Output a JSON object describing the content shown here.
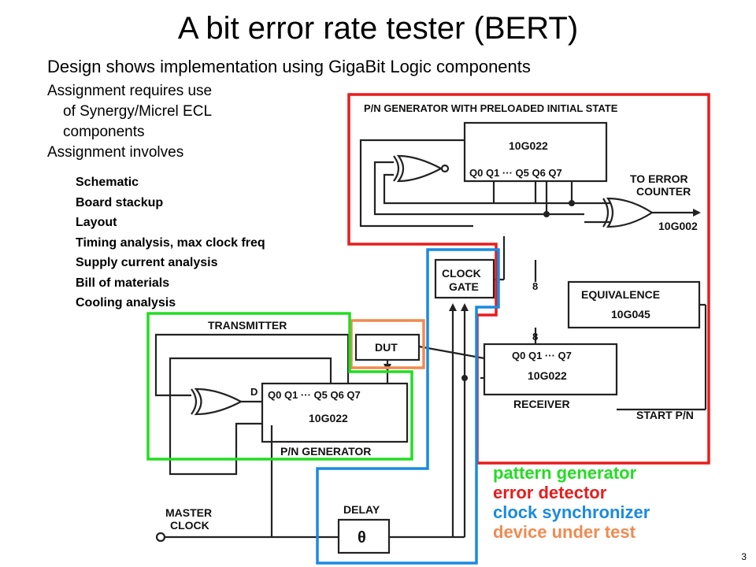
{
  "title": "A bit error rate tester (BERT)",
  "subtitle": "Design shows implementation using GigaBit Logic components",
  "bullets": {
    "b1_line1": "Assignment requires use",
    "b1_line2": "of Synergy/Micrel ECL",
    "b1_line3": "components",
    "b2": "Assignment involves"
  },
  "subitems": [
    "Schematic",
    "Board stackup",
    "Layout",
    "Timing analysis, max clock freq",
    "Supply current analysis",
    "Bill of materials",
    "Cooling analysis"
  ],
  "legend": {
    "pattern_generator": "pattern generator",
    "error_detector": "error detector",
    "clock_synchronizer": "clock synchronizer",
    "device_under_test": "device under test",
    "colors": {
      "pattern_generator": "#22dd22",
      "error_detector": "#e81c1c",
      "clock_synchronizer": "#1a8ae0",
      "device_under_test": "#f08a50"
    }
  },
  "diagram": {
    "pn_gen_header": "P/N GENERATOR WITH PRELOADED INITIAL STATE",
    "chip_top": "10G022",
    "outputs_top": "Q0 Q1 ··· Q5  Q6  Q7",
    "to_error_counter_1": "TO ERROR",
    "to_error_counter_2": "COUNTER",
    "xor_chip": "10G002",
    "clock_gate_1": "CLOCK",
    "clock_gate_2": "GATE",
    "bus_width_1": "8",
    "bus_width_2": "8",
    "equivalence": "EQUIVALENCE",
    "equivalence_chip": "10G045",
    "transmitter": "TRANSMITTER",
    "dut": "DUT",
    "receiver_outputs": "Q0 Q1 ··· Q7",
    "receiver_chip": "10G022",
    "receiver": "RECEIVER",
    "start_pn": "START P/N",
    "tx_d": "D",
    "tx_outputs": "Q0 Q1 ··· Q5  Q6    Q7",
    "tx_chip": "10G022",
    "pn_generator": "P/N GENERATOR",
    "master_clock_1": "MASTER",
    "master_clock_2": "CLOCK",
    "delay": "DELAY",
    "theta": "θ"
  },
  "page_number": "3"
}
